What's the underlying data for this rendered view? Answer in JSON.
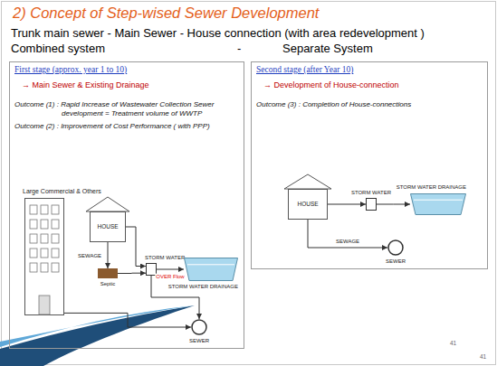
{
  "diagram": {
    "title": "2) Concept of Step-wised Sewer Development",
    "nodes": [
      {
        "text": [
          "First stage (approx. year 1 to 10)",
          "→ Main Sewer & Existing Drainage",
          "Outcome (1) : Rapid Increase of Wastewater Collection Sewer development = Treatment volume of WWTP",
          "Outcome (2) : Improvement of Cost Performance ( with PPP)"
        ]
      },
      {
        "text": [
          "Large Commercial & Others"
        ],
        "in": 0
      },
      {
        "text": [
          "HOUSE"
        ],
        "in": 0
      },
      {
        "text": [
          "Septic"
        ],
        "in": 0
      },
      {
        "text": [
          "STORM WATER"
        ],
        "in": 0
      },
      {
        "text": [
          "STORM WATER DRAINAGE"
        ],
        "in": 0
      },
      {
        "text": [
          "SEWER"
        ],
        "in": 0
      },
      {
        "text": [
          "Second stage (after Year 10)",
          "→ Development of House-connection",
          "Outcome (3) : Completion of House-connections"
        ]
      },
      {
        "text": [
          "HOUSE"
        ],
        "in": 7
      },
      {
        "text": [
          "STORM WATER"
        ],
        "in": 7
      },
      {
        "text": [
          "STORM WATER DRAINAGE"
        ],
        "in": 7
      },
      {
        "text": [
          "SEWER"
        ],
        "in": 7
      }
    ],
    "edges": [
      {
        "from": 2,
        "to": 3,
        "label": "SEWAGE",
        "arrow": "to"
      },
      {
        "from": 3,
        "to": 4,
        "arrow": "to"
      },
      {
        "from": 2,
        "to": 4,
        "arrow": "to"
      },
      {
        "from": 4,
        "to": 5,
        "label": "OVER Flow",
        "arrow": "to"
      },
      {
        "from": 4,
        "to": 6,
        "arrow": "to"
      },
      {
        "from": 1,
        "to": 6,
        "arrow": "to"
      },
      {
        "from": 8,
        "to": 9,
        "arrow": "to"
      },
      {
        "from": 9,
        "to": 10,
        "arrow": "to"
      },
      {
        "from": 8,
        "to": 11,
        "label": "SEWAGE",
        "arrow": "to"
      }
    ],
    "labels": [
      "Trunk main sewer - Main Sewer - House connection (with area redevelopment )",
      "Combined system",
      "-",
      "Separate System",
      "41",
      "41"
    ]
  }
}
